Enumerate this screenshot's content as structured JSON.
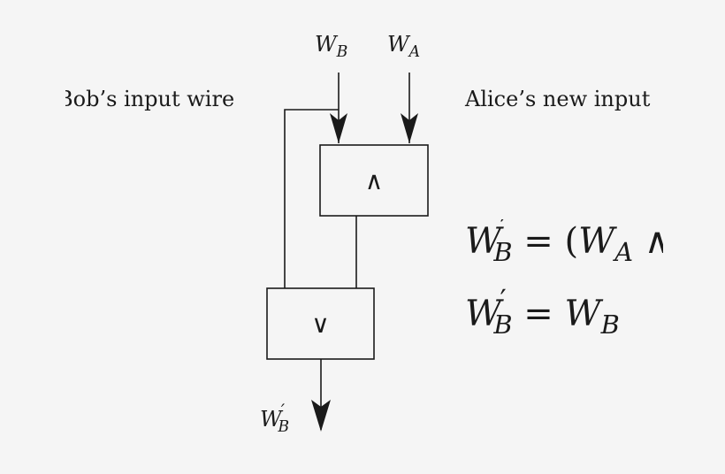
{
  "labels": {
    "wb_top": {
      "base": "W",
      "sub": "B"
    },
    "wa_top": {
      "base": "W",
      "sub": "A"
    },
    "bob_input": "Bob’s input wire",
    "alice_input": "Alice’s new input",
    "wb_out": {
      "base": "W",
      "prime": "′",
      "sub": "B"
    }
  },
  "gates": {
    "and_symbol": "∧",
    "or_symbol": "∨"
  },
  "equations": {
    "eq1": {
      "lhs_base": "W",
      "lhs_prime": "′",
      "lhs_sub": "B",
      "eq": " = (",
      "rhs_base": "W",
      "rhs_sub": "A",
      "tail": " ∧"
    },
    "eq2": {
      "lhs_base": "W",
      "lhs_prime": "′",
      "lhs_sub": "B",
      "eq": " = ",
      "rhs_base": "W",
      "rhs_sub": "B"
    }
  },
  "colors": {
    "line": "#1a1a1a",
    "background": "#f5f5f5"
  }
}
